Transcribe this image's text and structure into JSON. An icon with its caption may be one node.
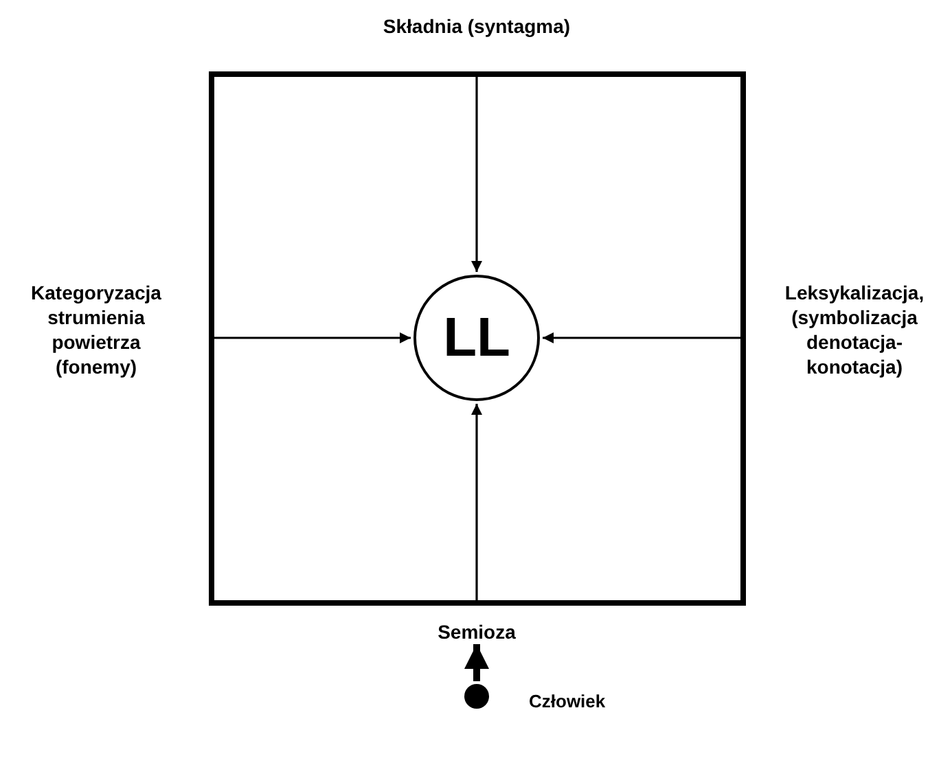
{
  "diagram": {
    "nodes": [
      {
        "text": [],
        "shape": "box"
      },
      {
        "text": [
          "LL"
        ],
        "in": 0
      },
      {
        "text": [
          "Semioza"
        ]
      },
      {
        "text": [],
        "shape": "circle",
        "beside": [
          "Człowiek"
        ]
      }
    ],
    "edges": [
      {
        "from": null,
        "to": 1,
        "arrow": "to"
      },
      {
        "from": null,
        "to": 1,
        "arrow": "to"
      },
      {
        "from": null,
        "to": 1,
        "arrow": "to"
      },
      {
        "from": null,
        "to": 1,
        "arrow": "to"
      },
      {
        "from": 3,
        "to": 2,
        "arrow": "to",
        "style": "thick"
      }
    ],
    "labels": [
      "Składnia (syntagma)",
      "Kategoryzacja strumienia powietrza (fonemy)",
      "Leksykalizacja, (symbolizacja denotacja-konotacja)"
    ]
  }
}
